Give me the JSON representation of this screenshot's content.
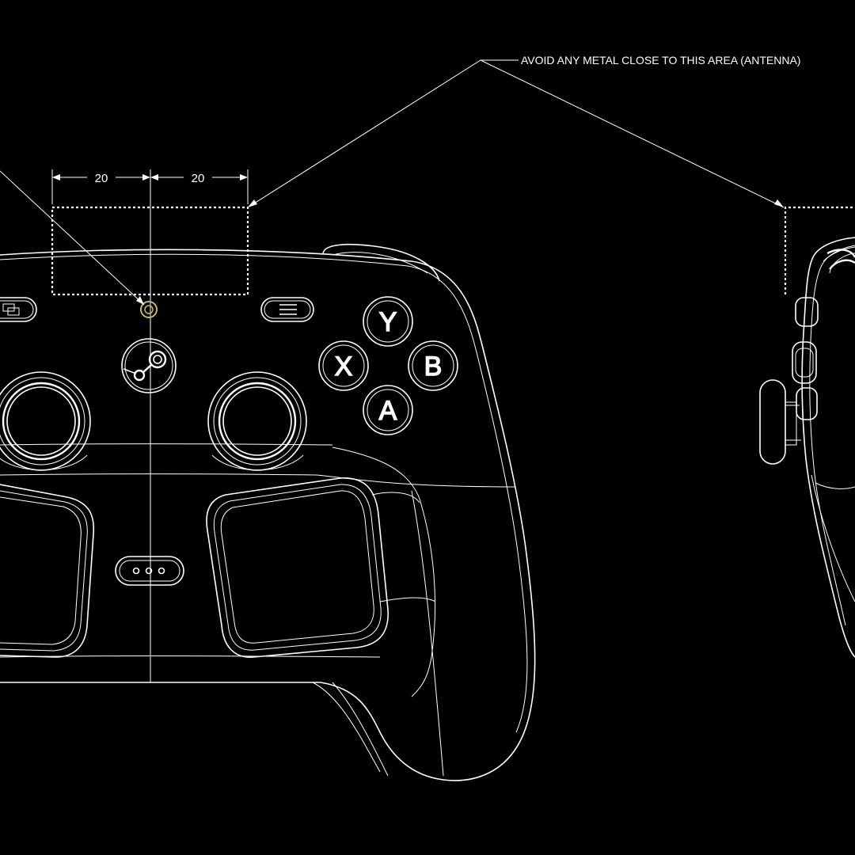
{
  "annotation": {
    "antenna_note": "AVOID ANY METAL CLOSE TO THIS AREA (ANTENNA)"
  },
  "dimensions": {
    "left_width": "20",
    "right_width": "20"
  },
  "face_buttons": {
    "y": "Y",
    "x": "X",
    "b": "B",
    "a": "A"
  },
  "colors": {
    "background": "#000000",
    "line": "#ffffff",
    "led": "#c8b46a"
  }
}
